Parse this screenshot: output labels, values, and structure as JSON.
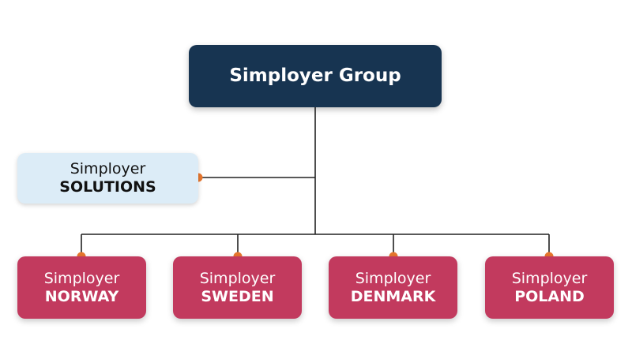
{
  "diagram": {
    "root": {
      "label": "Simployer Group"
    },
    "side_unit": {
      "line1": "Simployer",
      "line2": "SOLUTIONS"
    },
    "countries": [
      {
        "line1": "Simployer",
        "line2": "NORWAY"
      },
      {
        "line1": "Simployer",
        "line2": "SWEDEN"
      },
      {
        "line1": "Simployer",
        "line2": "DENMARK"
      },
      {
        "line1": "Simployer",
        "line2": "POLAND"
      }
    ]
  },
  "colors": {
    "root_fill": "#173451",
    "side_fill": "#dcecf7",
    "country_fill": "#c23a5e",
    "connector_line": "#222222",
    "connector_dot": "#e8772e"
  }
}
